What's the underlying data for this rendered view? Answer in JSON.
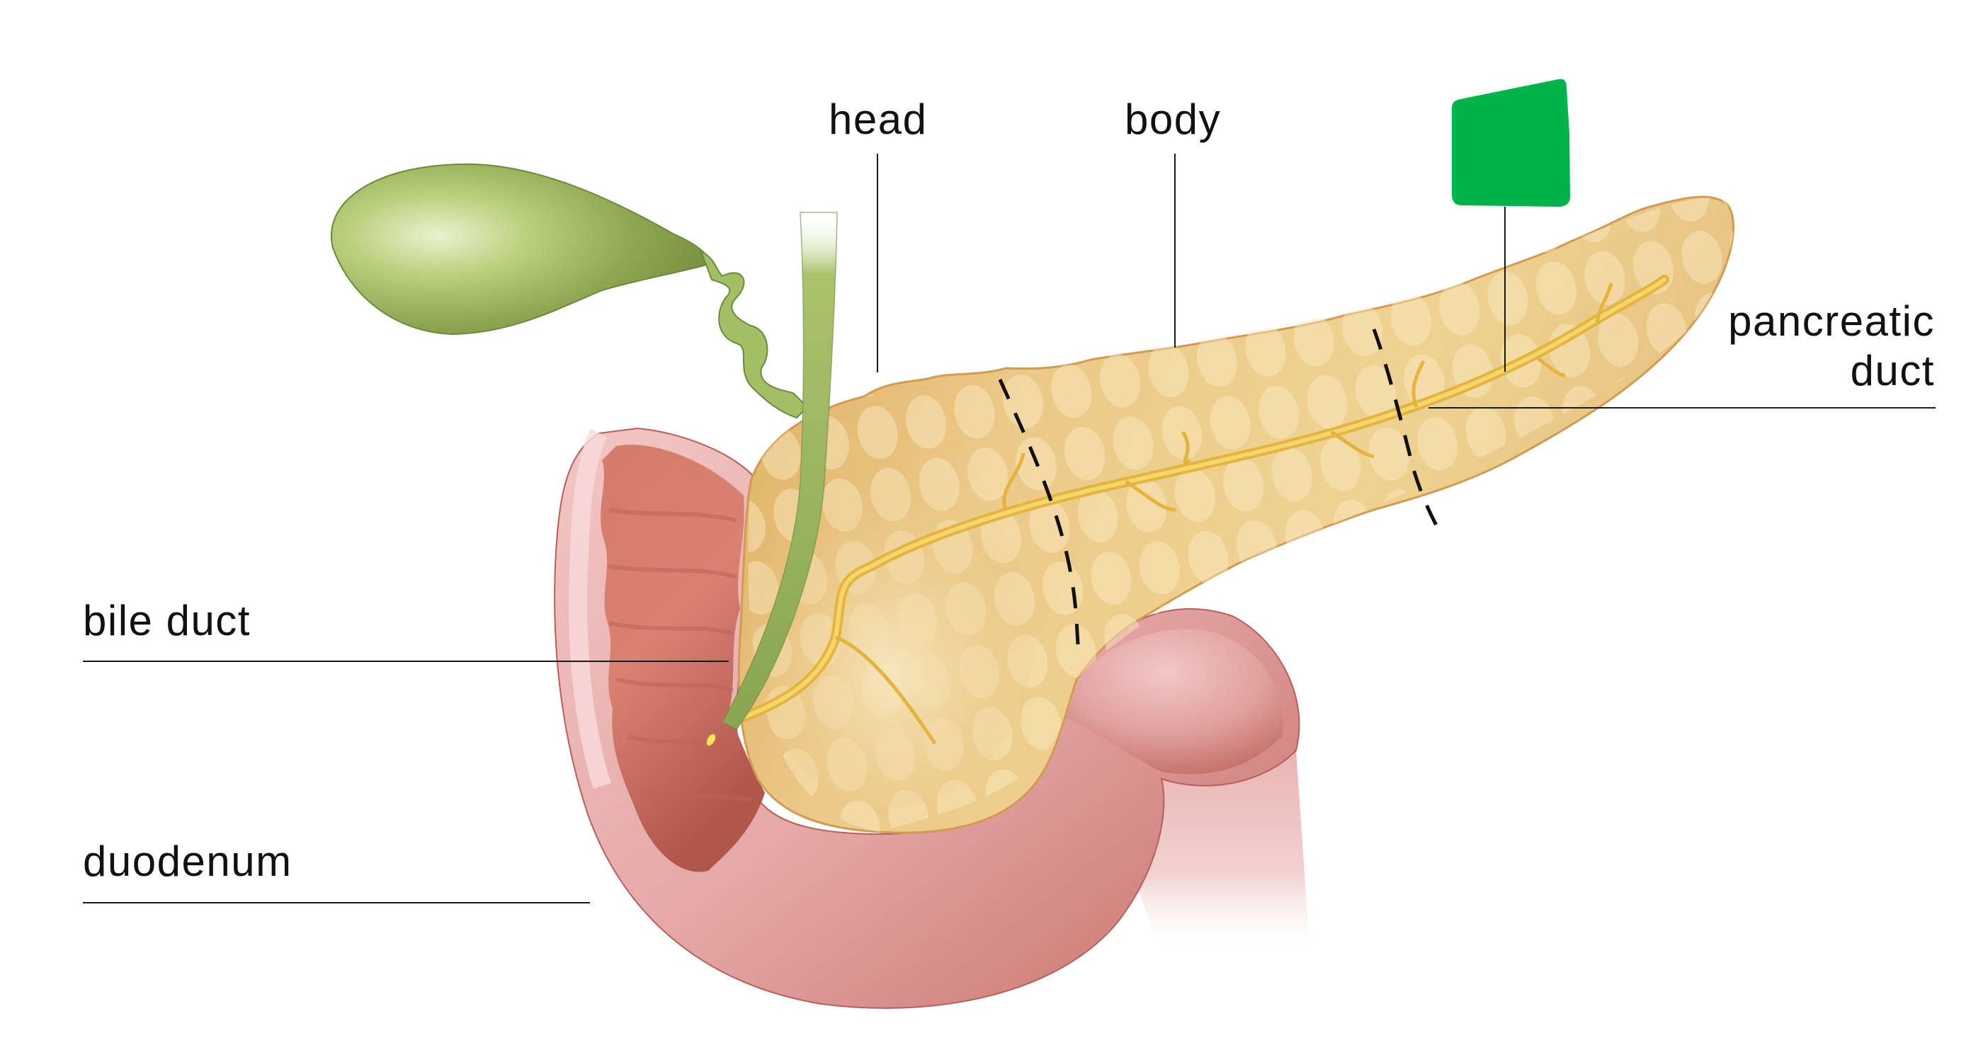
{
  "diagram": {
    "subject": "pancreas anatomy",
    "background": "#ffffff",
    "colors": {
      "label_text": "#111111",
      "leader_line": "#1a1a1a",
      "gallbladder": "#9cb85c",
      "gallbladder_dark": "#6f8a3f",
      "pancreas": "#e9c07a",
      "pancreas_light": "#f6e2b4",
      "pancreatic_duct": "#e8c14a",
      "duodenum": "#e8a9a8",
      "duodenum_mucosa": "#c86a5e",
      "redaction_mask": "#00b34a"
    },
    "labels": {
      "head": "head",
      "body": "body",
      "tail_redacted": "",
      "pancreatic_duct_line1": "pancreatic",
      "pancreatic_duct_line2": "duct",
      "bile_duct": "bile duct",
      "duodenum": "duodenum"
    },
    "dividers": {
      "style": "dashed",
      "count": 2
    }
  }
}
